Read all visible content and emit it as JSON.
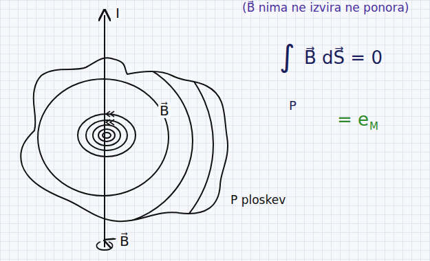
{
  "diagram": {
    "labels": [
      "I",
      "(B⃗ nima ne izvira ne ponora)",
      "∫",
      "P",
      "B⃗ dS⃗ = 0",
      "= e",
      "M",
      "B⃗",
      "P ploskev",
      "B⃗"
    ]
  }
}
